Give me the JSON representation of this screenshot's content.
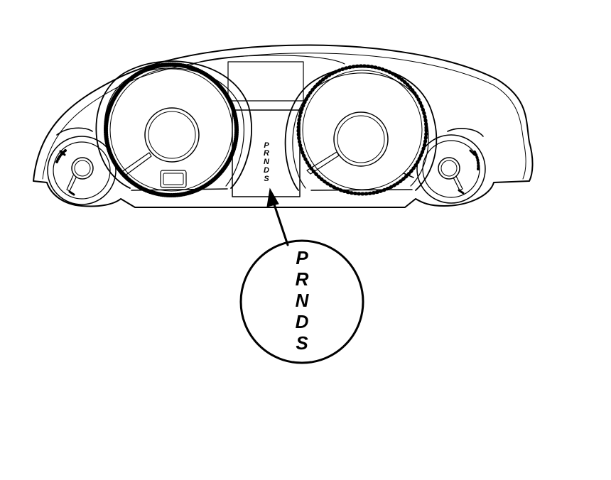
{
  "figure": {
    "cluster_indicator_letters": [
      "P",
      "R",
      "N",
      "D",
      "S"
    ],
    "callout_letters": [
      "P",
      "R",
      "N",
      "D",
      "S"
    ],
    "ink_color": "#000000",
    "background_color": "#ffffff"
  }
}
